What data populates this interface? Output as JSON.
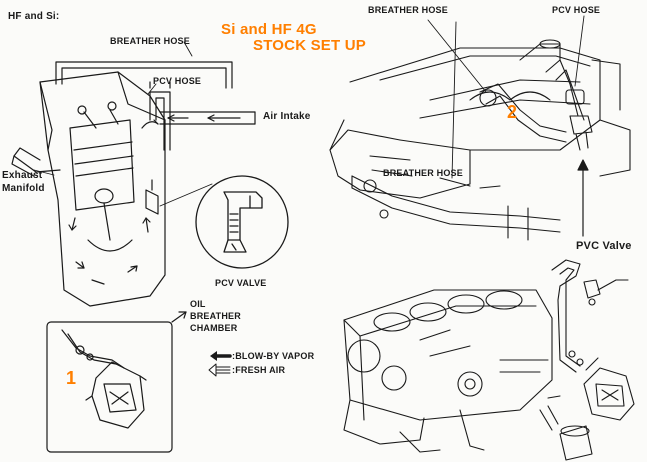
{
  "labels": {
    "hf_si": "HF and Si:",
    "breather_hose_left": "BREATHER HOSE",
    "pcv_hose_left": "PCV HOSE",
    "air_intake": "Air Intake",
    "exhaust_manifold_line1": "Exhaust",
    "exhaust_manifold_line2": "Manifold",
    "pcv_valve_left": "PCV VALVE",
    "oil_breather_line1": "OIL",
    "oil_breather_line2": "BREATHER",
    "oil_breather_line3": "CHAMBER",
    "breather_hose_top": "BREATHER HOSE",
    "pcv_hose_top": "PCV HOSE",
    "breather_hose_mid": "BREATHER HOSE",
    "pvc_valve_right": "PVC Valve"
  },
  "title": {
    "line1": "Si and HF 4G",
    "line2": "STOCK SET UP"
  },
  "markers": {
    "one": "1",
    "two": "2"
  },
  "legend": {
    "blowby": ":BLOW-BY VAPOR",
    "fresh": ":FRESH AIR"
  },
  "colors": {
    "accent": "#ff7f00",
    "ink": "#1a1a1a"
  }
}
